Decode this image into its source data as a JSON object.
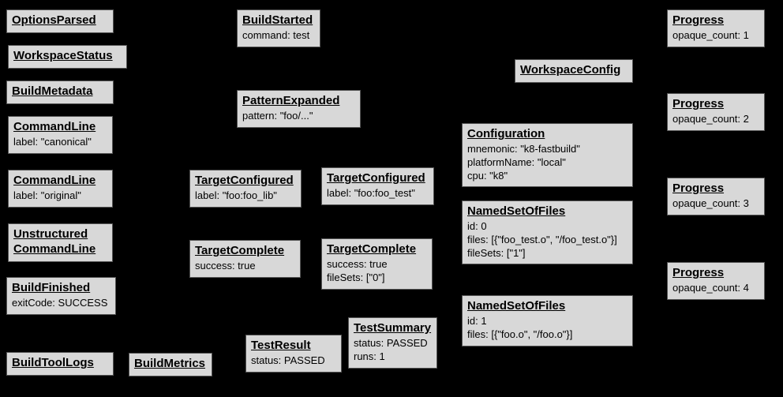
{
  "colors": {
    "background": "#000000",
    "node_fill": "#d8d8d8",
    "node_border": "#555555",
    "node_text": "#000000"
  },
  "nodes": [
    {
      "title": "OptionsParsed",
      "body": ""
    },
    {
      "title": "WorkspaceStatus",
      "body": ""
    },
    {
      "title": "BuildMetadata",
      "body": ""
    },
    {
      "title": "CommandLine",
      "body": "label: \"canonical\""
    },
    {
      "title": "CommandLine",
      "body": "label: \"original\""
    },
    {
      "title": "Unstructured\nCommandLine",
      "body": ""
    },
    {
      "title": "BuildFinished",
      "body": "exitCode: SUCCESS"
    },
    {
      "title": "BuildToolLogs",
      "body": ""
    },
    {
      "title": "BuildMetrics",
      "body": ""
    },
    {
      "title": "BuildStarted",
      "body": "command: test"
    },
    {
      "title": "PatternExpanded",
      "body": "pattern: \"foo/...\""
    },
    {
      "title": "TargetConfigured",
      "body": "label: \"foo:foo_lib\""
    },
    {
      "title": "TargetComplete",
      "body": "success: true"
    },
    {
      "title": "TestResult",
      "body": "status: PASSED"
    },
    {
      "title": "TargetConfigured",
      "body": "label: \"foo:foo_test\""
    },
    {
      "title": "TargetComplete",
      "body": "success: true\nfileSets: [\"0\"]"
    },
    {
      "title": "TestSummary",
      "body": "status: PASSED\nruns: 1"
    },
    {
      "title": "WorkspaceConfig",
      "body": ""
    },
    {
      "title": "Configuration",
      "body": "mnemonic: \"k8-fastbuild\"\nplatformName: \"local\"\ncpu: \"k8\""
    },
    {
      "title": "NamedSetOfFiles",
      "body": "id: 0\nfiles: [{\"foo_test.o\", \"/foo_test.o\"}]\nfileSets: [\"1\"]"
    },
    {
      "title": "NamedSetOfFiles",
      "body": "id: 1\nfiles: [{\"foo.o\", \"/foo.o\"}]"
    },
    {
      "title": "Progress",
      "body": "opaque_count: 1"
    },
    {
      "title": "Progress",
      "body": "opaque_count: 2"
    },
    {
      "title": "Progress",
      "body": "opaque_count: 3"
    },
    {
      "title": "Progress",
      "body": "opaque_count: 4"
    }
  ]
}
